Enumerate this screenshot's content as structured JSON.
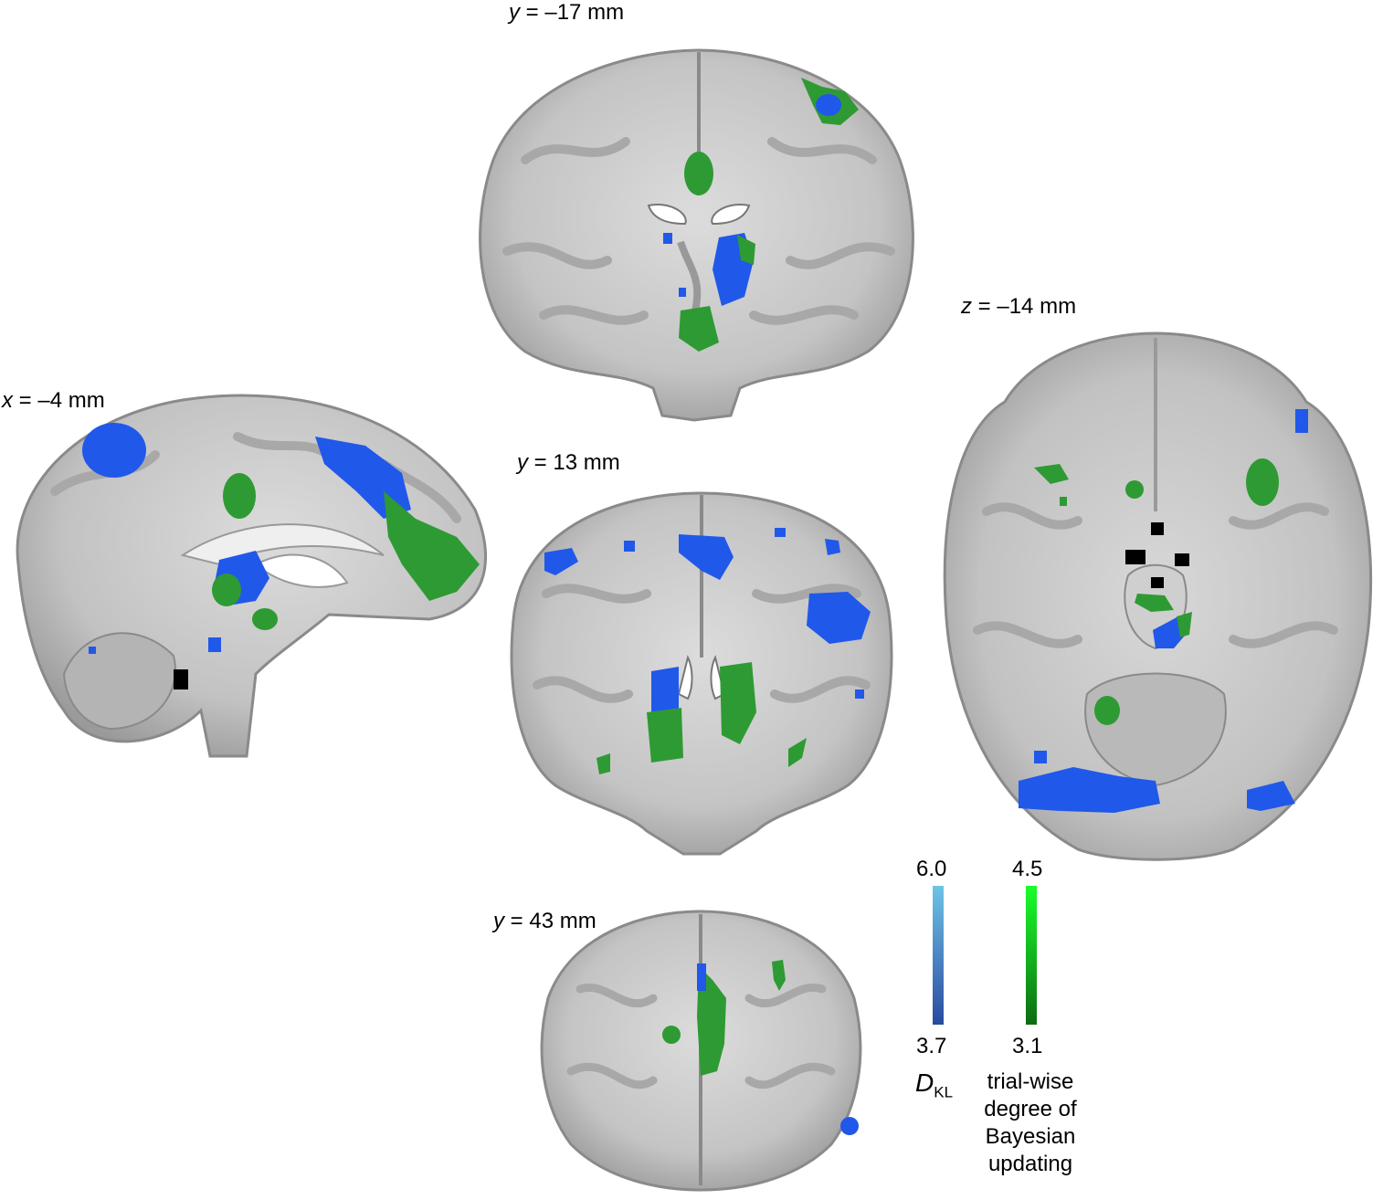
{
  "slices": {
    "coronal_y_minus17": {
      "axis": "y",
      "value": "–17 mm"
    },
    "coronal_y_13": {
      "axis": "y",
      "value": "13 mm"
    },
    "coronal_y_43": {
      "axis": "y",
      "value": "43 mm"
    },
    "sagittal_x_minus4": {
      "axis": "x",
      "value": "–4 mm"
    },
    "axial_z_minus14": {
      "axis": "z",
      "value": "–14 mm"
    }
  },
  "colorbars": {
    "dkl": {
      "max": "6.0",
      "min": "3.7",
      "label_main": "D",
      "label_sub": "KL",
      "color_top": "#6ec4e6",
      "color_bottom": "#2a4aa0"
    },
    "bayesian": {
      "max": "4.5",
      "min": "3.1",
      "label_lines": [
        "trial-wise",
        "degree of",
        "Bayesian",
        "updating"
      ],
      "color_top": "#19ff2a",
      "color_bottom": "#0d6b12"
    }
  },
  "overlay_colors": {
    "blue": "#2058ea",
    "green": "#2e9a33",
    "brain_fill": "#c8c8c8",
    "brain_edge": "#8a8a8a"
  }
}
